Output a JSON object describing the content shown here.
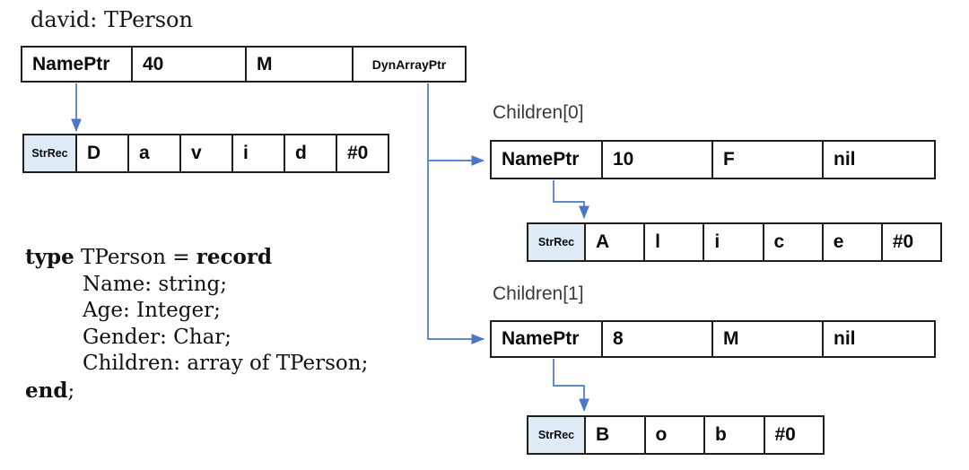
{
  "colors": {
    "arrow": "#4a78c5",
    "strrec_fill": "#DEEBF7",
    "box_border": "#1f1f1f",
    "label_gray": "#3a3a3a"
  },
  "david": {
    "title": "david: TPerson",
    "record": [
      "NamePtr",
      "40",
      "M",
      "DynArrayPtr"
    ],
    "strrec_tag": "StrRec",
    "string": [
      "D",
      "a",
      "v",
      "i",
      "d",
      "#0"
    ]
  },
  "children0": {
    "label": "Children[0]",
    "record": [
      "NamePtr",
      "10",
      "F",
      "nil"
    ],
    "strrec_tag": "StrRec",
    "string": [
      "A",
      "l",
      "i",
      "c",
      "e",
      "#0"
    ]
  },
  "children1": {
    "label": "Children[1]",
    "record": [
      "NamePtr",
      "8",
      "M",
      "nil"
    ],
    "strrec_tag": "StrRec",
    "string": [
      "B",
      "o",
      "b",
      "#0"
    ]
  },
  "code": {
    "keyword_type": "type",
    "declaration": " TPerson = ",
    "keyword_record": "record",
    "fields": [
      "Name: string;",
      "Age: Integer;",
      "Gender: Char;",
      "Children: array of TPerson;"
    ],
    "keyword_end": "end",
    "end_suffix": ";"
  }
}
